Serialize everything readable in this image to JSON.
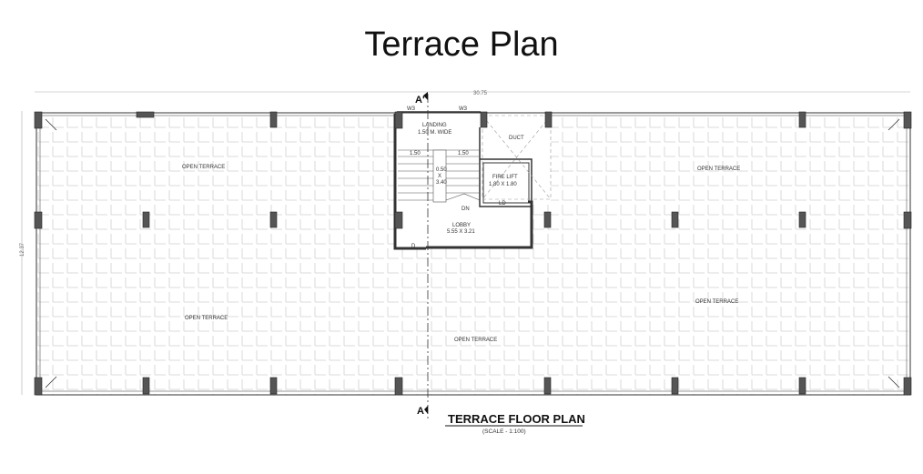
{
  "page_title": "Terrace Plan",
  "drawing": {
    "title": "TERRACE FLOOR  PLAN",
    "scale": "(SCALE - 1:100)",
    "overall_width": "30.75",
    "overall_depth": "12.37",
    "section_marker_top": "A'",
    "section_marker_bottom": "A",
    "rooms": {
      "open_terrace": "OPEN  TERRACE",
      "landing": "LANDING",
      "landing_size": "1.50 M. WIDE",
      "duct": "DUCT",
      "fire_lift": "FIRE LIFT",
      "fire_lift_size": "1.80 X 1.80",
      "lobby": "LOBBY",
      "lobby_size": "5.55 X 3.21",
      "stair_well_1": "0.50",
      "stair_well_x": "X",
      "stair_well_2": "3.40"
    },
    "labels": {
      "window": "W3",
      "dim_150": "1.50",
      "down": "DN",
      "lift_door": "LD",
      "door": "D"
    },
    "colors": {
      "line": "#333333",
      "column": "#555555",
      "tile": "#d6d6d6"
    }
  }
}
